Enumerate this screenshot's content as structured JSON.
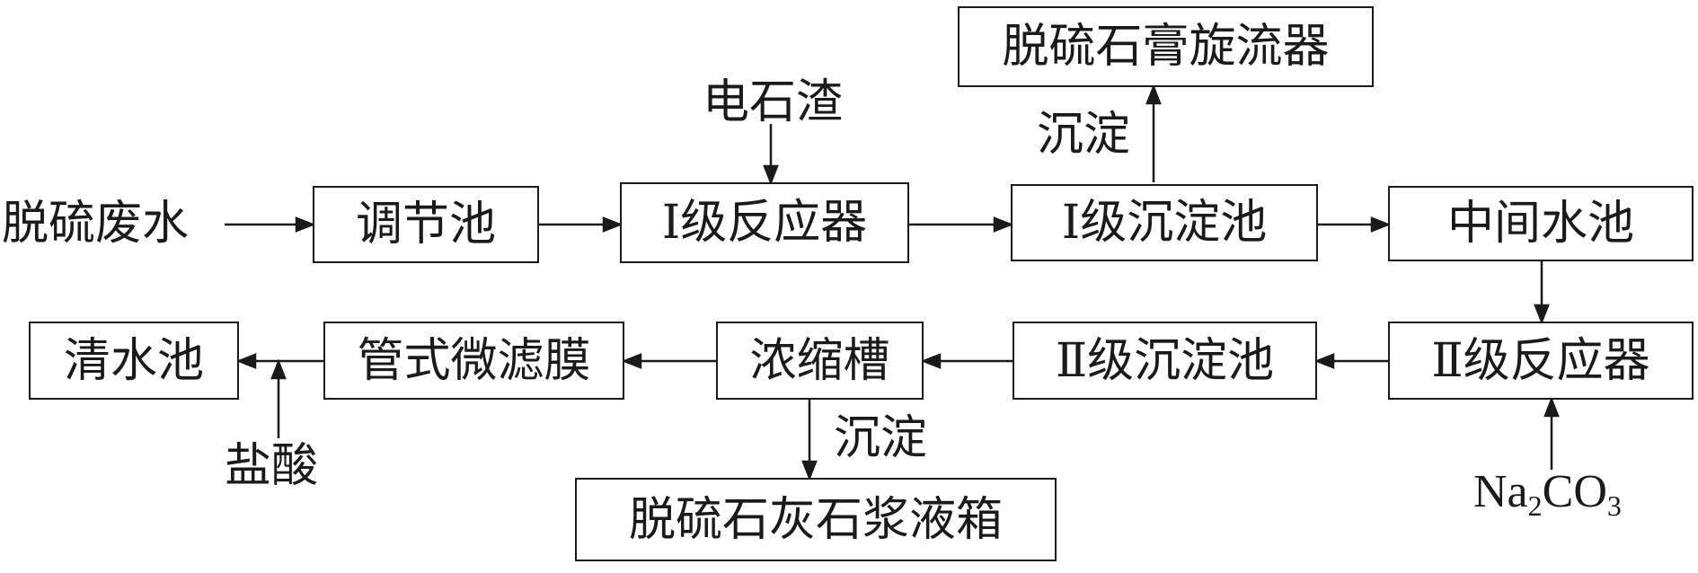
{
  "diagram": {
    "nodes": {
      "regulating_pool": "调节池",
      "reactor_1": "Ⅰ级反应器",
      "settling_pool_1": "Ⅰ级沉淀池",
      "gypsum_cyclone": "脱硫石膏旋流器",
      "middle_pool": "中间水池",
      "reactor_2": "Ⅱ级反应器",
      "settling_pool_2": "Ⅱ级沉淀池",
      "concentration_tank": "浓缩槽",
      "tubular_membrane": "管式微滤膜",
      "clear_water_pool": "清水池",
      "limestone_slurry_tank": "脱硫石灰石浆液箱"
    },
    "labels": {
      "input_wastewater": "脱硫废水",
      "input_carbide_slag": "电石渣",
      "sediment_1": "沉淀",
      "sediment_2": "沉淀",
      "input_hcl": "盐酸",
      "input_na2co3_na": "Na",
      "input_na2co3_sub2": "2",
      "input_na2co3_co": "CO",
      "input_na2co3_sub3": "3"
    },
    "edges": [
      {
        "from": "input_wastewater",
        "to": "regulating_pool"
      },
      {
        "from": "regulating_pool",
        "to": "reactor_1"
      },
      {
        "from": "input_carbide_slag",
        "to": "reactor_1"
      },
      {
        "from": "reactor_1",
        "to": "settling_pool_1"
      },
      {
        "from": "settling_pool_1",
        "to": "gypsum_cyclone",
        "label": "sediment_1"
      },
      {
        "from": "settling_pool_1",
        "to": "middle_pool"
      },
      {
        "from": "middle_pool",
        "to": "reactor_2"
      },
      {
        "from": "input_na2co3",
        "to": "reactor_2"
      },
      {
        "from": "reactor_2",
        "to": "settling_pool_2"
      },
      {
        "from": "settling_pool_2",
        "to": "concentration_tank"
      },
      {
        "from": "concentration_tank",
        "to": "limestone_slurry_tank",
        "label": "sediment_2"
      },
      {
        "from": "concentration_tank",
        "to": "tubular_membrane"
      },
      {
        "from": "tubular_membrane",
        "to": "clear_water_pool"
      },
      {
        "from": "input_hcl",
        "to": "clear_water_pool_line"
      }
    ]
  }
}
